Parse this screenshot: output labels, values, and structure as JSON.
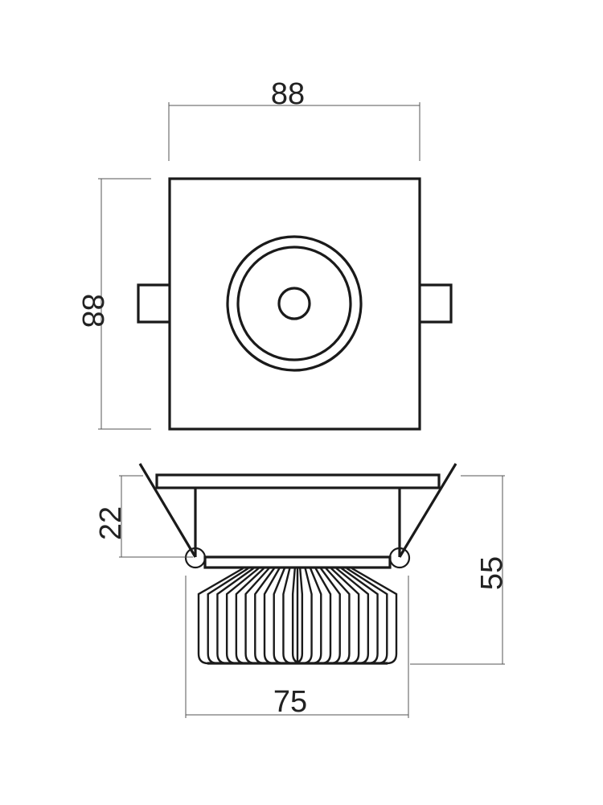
{
  "dimensions": {
    "top_width": "88",
    "top_height": "88",
    "flange_depth": "22",
    "total_height": "55",
    "body_diameter": "75"
  },
  "colors": {
    "line": "#1a1a1a",
    "dimension_line": "#555555"
  },
  "heatsink": {
    "fin_count": 22
  }
}
